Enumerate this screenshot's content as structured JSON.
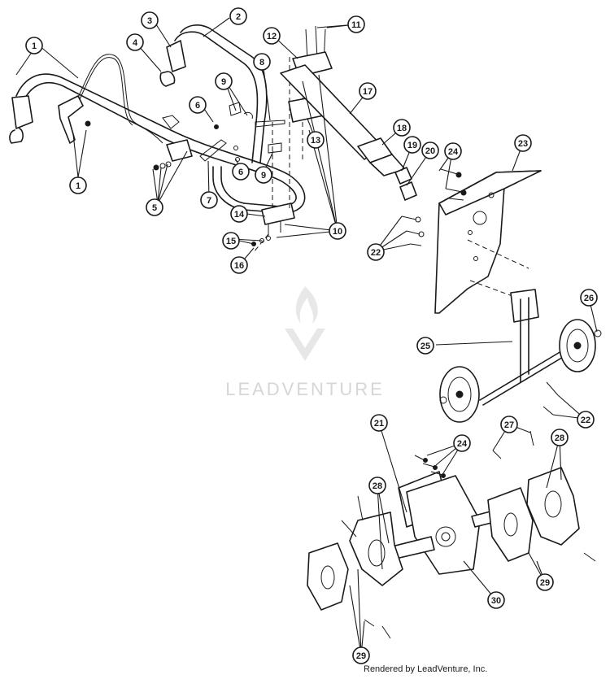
{
  "watermark": {
    "brand": "LEADVENTURE",
    "color": "#d6d6d6"
  },
  "credit": "Rendered by LeadVenture, Inc.",
  "callouts": [
    {
      "label": "1"
    },
    {
      "label": "1"
    },
    {
      "label": "2"
    },
    {
      "label": "3"
    },
    {
      "label": "4"
    },
    {
      "label": "5"
    },
    {
      "label": "6"
    },
    {
      "label": "6"
    },
    {
      "label": "7"
    },
    {
      "label": "8"
    },
    {
      "label": "9"
    },
    {
      "label": "9"
    },
    {
      "label": "10"
    },
    {
      "label": "11"
    },
    {
      "label": "12"
    },
    {
      "label": "13"
    },
    {
      "label": "14"
    },
    {
      "label": "15"
    },
    {
      "label": "16"
    },
    {
      "label": "17"
    },
    {
      "label": "18"
    },
    {
      "label": "19"
    },
    {
      "label": "20"
    },
    {
      "label": "21"
    },
    {
      "label": "22"
    },
    {
      "label": "22"
    },
    {
      "label": "23"
    },
    {
      "label": "24"
    },
    {
      "label": "24"
    },
    {
      "label": "25"
    },
    {
      "label": "26"
    },
    {
      "label": "27"
    },
    {
      "label": "28"
    },
    {
      "label": "28"
    },
    {
      "label": "29"
    },
    {
      "label": "29"
    },
    {
      "label": "30"
    }
  ]
}
